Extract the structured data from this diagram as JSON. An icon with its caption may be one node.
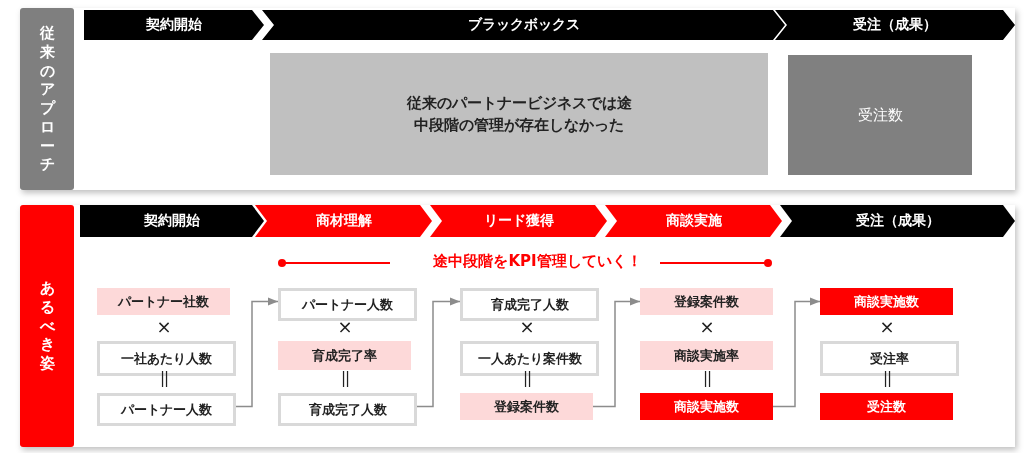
{
  "diagram": {
    "nodes": [
      {
        "text": [
          "従来のアプローチ"
        ]
      },
      {
        "text": [
          "契約開始"
        ],
        "in": 0
      },
      {
        "text": [
          "ブラックボックス"
        ],
        "in": 0
      },
      {
        "text": [
          "受注（成果）"
        ],
        "in": 0
      },
      {
        "text": [
          "従来のパートナービジネスでは途中段階の管理が存在しなかった"
        ],
        "in": 0
      },
      {
        "text": [
          "受注数"
        ],
        "in": 0
      },
      {
        "text": [
          "あるべき姿"
        ]
      },
      {
        "text": [
          "契約開始"
        ],
        "in": 6
      },
      {
        "text": [
          "商材理解"
        ],
        "in": 6
      },
      {
        "text": [
          "リード獲得"
        ],
        "in": 6
      },
      {
        "text": [
          "商談実施"
        ],
        "in": 6
      },
      {
        "text": [
          "受注（成果）"
        ],
        "in": 6
      },
      {
        "text": [
          "パートナー社数"
        ],
        "in": 6
      },
      {
        "text": [
          "一社あたり人数"
        ],
        "in": 6
      },
      {
        "text": [
          "パートナー人数"
        ],
        "in": 6
      },
      {
        "text": [
          "パートナー人数"
        ],
        "in": 6
      },
      {
        "text": [
          "育成完了率"
        ],
        "in": 6
      },
      {
        "text": [
          "育成完了人数"
        ],
        "in": 6
      },
      {
        "text": [
          "育成完了人数"
        ],
        "in": 6
      },
      {
        "text": [
          "一人あたり案件数"
        ],
        "in": 6
      },
      {
        "text": [
          "登録案件数"
        ],
        "in": 6
      },
      {
        "text": [
          "登録案件数"
        ],
        "in": 6
      },
      {
        "text": [
          "商談実施率"
        ],
        "in": 6
      },
      {
        "text": [
          "商談実施数"
        ],
        "in": 6
      },
      {
        "text": [
          "商談実施数"
        ],
        "in": 6
      },
      {
        "text": [
          "受注率"
        ],
        "in": 6
      },
      {
        "text": [
          "受注数"
        ],
        "in": 6
      }
    ],
    "edges": [
      {
        "from": 14,
        "to": 15,
        "arrow": "to"
      },
      {
        "from": 17,
        "to": 18,
        "arrow": "to"
      },
      {
        "from": 20,
        "to": 21,
        "arrow": "to"
      },
      {
        "from": 23,
        "to": 24,
        "arrow": "to"
      }
    ],
    "labels": [
      "途中段階をKPI管理していく！",
      "×",
      "×",
      "×",
      "×",
      "×",
      "||",
      "||",
      "||",
      "||",
      "||"
    ]
  }
}
